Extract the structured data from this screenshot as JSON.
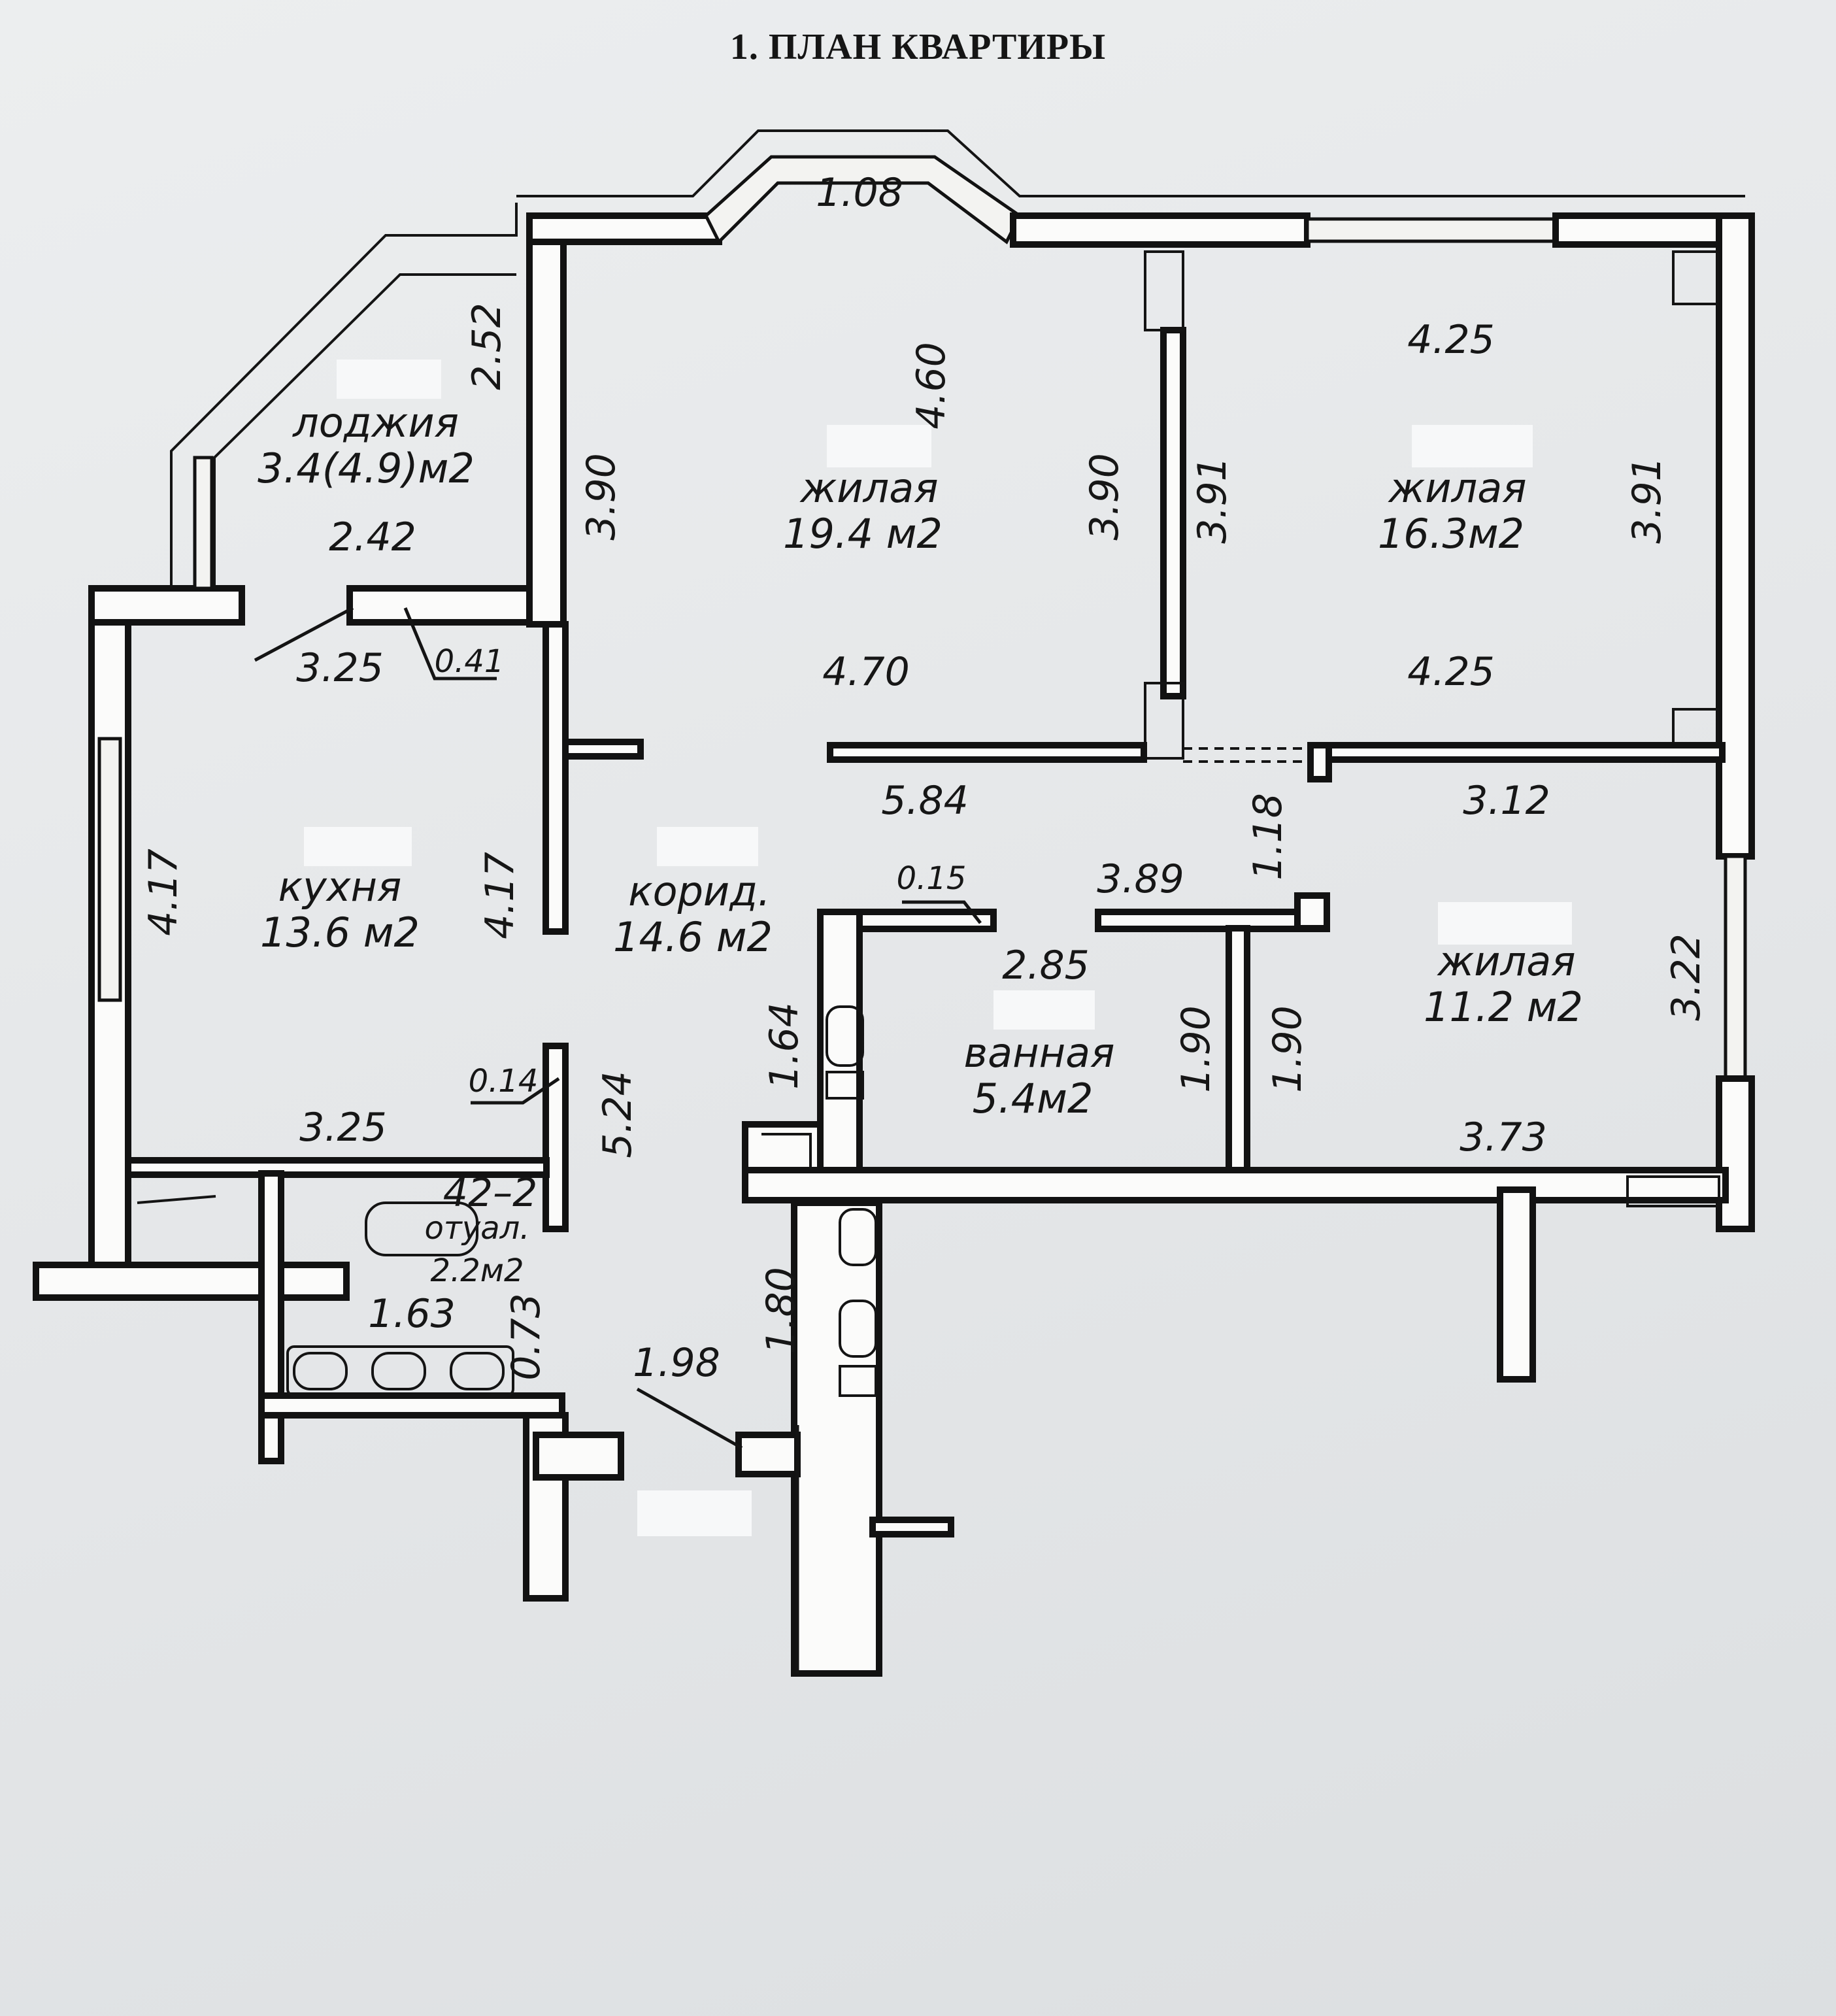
{
  "title": "1. ПЛАН КВАРТИРЫ",
  "rooms": {
    "loggia": {
      "name": "лоджия",
      "area": "3.4(4.9)м2"
    },
    "living1": {
      "name": "жилая",
      "area": "19.4 м2"
    },
    "living2": {
      "name": "жилая",
      "area": "16.3м2"
    },
    "kitchen": {
      "name": "кухня",
      "area": "13.6 м2"
    },
    "corridor": {
      "name": "корид.",
      "area": "14.6 м2"
    },
    "bath": {
      "name": "ванная",
      "area": "5.4м2"
    },
    "living3": {
      "name": "жилая",
      "area": "11.2 м2"
    },
    "wc": {
      "name": "отуал.",
      "area": "2.2м2"
    }
  },
  "dimensions": {
    "d_1_08": "1.08",
    "d_2_52": "2.52",
    "d_4_60": "4.60",
    "d_4_25_top": "4.25",
    "d_3_90_a": "3.90",
    "d_3_90_b": "3.90",
    "d_3_91_a": "3.91",
    "d_3_91_b": "3.91",
    "d_2_42": "2.42",
    "d_3_25_a": "3.25",
    "d_0_41": "0.41",
    "d_4_70": "4.70",
    "d_4_25_b": "4.25",
    "d_5_84": "5.84",
    "d_1_18": "1.18",
    "d_3_12": "3.12",
    "d_4_17_a": "4.17",
    "d_4_17_b": "4.17",
    "d_0_15": "0.15",
    "d_3_89": "3.89",
    "d_2_85": "2.85",
    "d_3_22": "3.22",
    "d_1_64": "1.64",
    "d_1_90_a": "1.90",
    "d_1_90_b": "1.90",
    "d_0_14": "0.14",
    "d_5_24": "5.24",
    "d_3_25_b": "3.25",
    "d_3_73": "3.73",
    "d_42_2": "42–2",
    "d_1_63": "1.63",
    "d_0_73": "0.73",
    "d_1_80": "1.80",
    "d_1_98": "1.98"
  }
}
